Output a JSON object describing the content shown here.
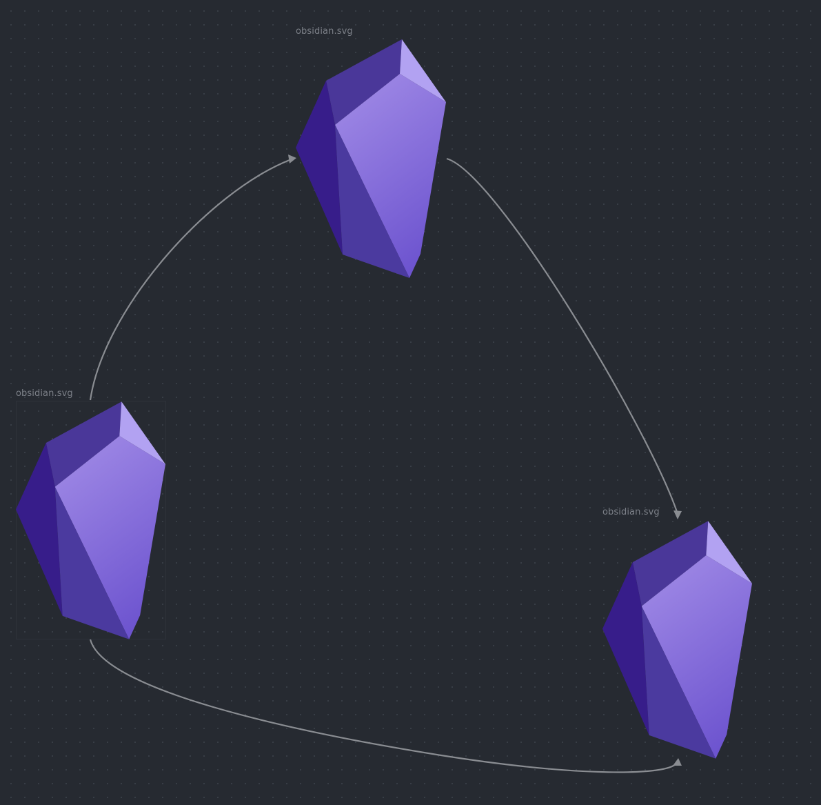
{
  "canvas": {
    "background": "#262a31",
    "grid_dot_color": "#3a3f48",
    "edge_color": "#8a8d92"
  },
  "nodes": [
    {
      "id": "top",
      "label": "obsidian.svg",
      "icon": "obsidian-crystal-icon"
    },
    {
      "id": "left",
      "label": "obsidian.svg",
      "icon": "obsidian-crystal-icon"
    },
    {
      "id": "right",
      "label": "obsidian.svg",
      "icon": "obsidian-crystal-icon"
    }
  ],
  "edges": [
    {
      "from": "left",
      "to": "top"
    },
    {
      "from": "top",
      "to": "right"
    },
    {
      "from": "left",
      "to": "right"
    }
  ],
  "crystal_colors": {
    "light_gradient_top": "#a08ae6",
    "light_gradient_bottom": "#6f56d0",
    "mid": "#4a3799",
    "dark": "#371d8a",
    "highlight": "#b2a2f2",
    "shadow": "#4b3a9f"
  }
}
